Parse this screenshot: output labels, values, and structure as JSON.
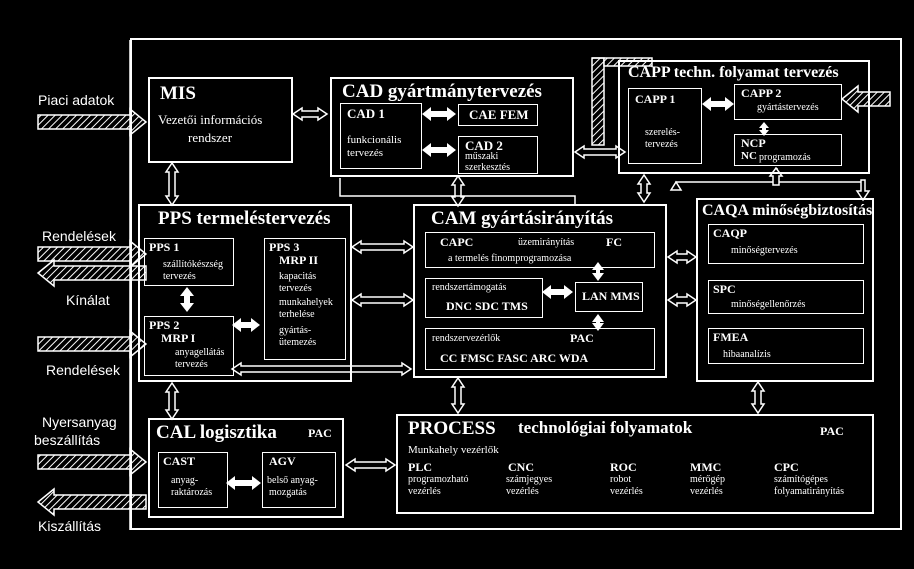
{
  "side_labels": {
    "piaci": "Piaci adatok",
    "rendelesek1": "Rendelések",
    "kinalat": "Kínálat",
    "rendelesek2": "Rendelések",
    "nyersanyag1": "Nyersanyag",
    "nyersanyag2": "beszállítás",
    "kiszallitas": "Kiszállítás"
  },
  "mis": {
    "title": "MIS",
    "line1": "Vezetői információs",
    "line2": "rendszer"
  },
  "cad": {
    "title": "CAD gyártmánytervezés",
    "cad1_title": "CAD 1",
    "cad1_l1": "funkcionális",
    "cad1_l2": "tervezés",
    "caefem": "CAE FEM",
    "cad2_title": "CAD 2",
    "cad2_l1": "műszaki",
    "cad2_l2": "szerkesztés"
  },
  "capp": {
    "title": "CAPP techn. folyamat tervezés",
    "capp1_title": "CAPP 1",
    "capp1_l1": "szerelés-",
    "capp1_l2": "tervezés",
    "capp2_title": "CAPP 2",
    "capp2_l1": "gyártástervezés",
    "ncp_title": "NCP",
    "ncp_nc": "NC",
    "ncp_rest": "programozás"
  },
  "pps": {
    "title": "PPS termeléstervezés",
    "pps1_title": "PPS 1",
    "pps1_l1": "szállítókészség",
    "pps1_l2": "tervezés",
    "pps2_title": "PPS 2",
    "pps2_sub": "MRP I",
    "pps2_l1": "anyagellátás",
    "pps2_l2": "tervezés",
    "pps3_title": "PPS 3",
    "pps3_sub": "MRP II",
    "pps3_l1": "kapacitás",
    "pps3_l2": "tervezés",
    "pps3_l3": "munkahelyek",
    "pps3_l4": "terhelése",
    "pps3_l5": "gyártás-",
    "pps3_l6": "ütemezés"
  },
  "cam": {
    "title": "CAM gyártásirányítás",
    "capc": "CAPC",
    "uzem": "üzemirányítás",
    "fc": "FC",
    "finom": "a termelés finomprogramozása",
    "rtam": "rendszertámogatás",
    "dnc": "DNC SDC TMS",
    "lan": "LAN MMS",
    "rvez": "rendszervezérlők",
    "pac": "PAC",
    "cc": "CC FMSC FASC ARC WDA"
  },
  "caqa": {
    "title": "CAQA minőségbiztosítás",
    "caqp": "CAQP",
    "caqp_l": "minőségtervezés",
    "spc": "SPC",
    "spc_l": "minőségellenőrzés",
    "fmea": "FMEA",
    "fmea_l": "hibaanalízis"
  },
  "cal": {
    "title": "CAL logisztika",
    "pac": "PAC",
    "cast": "CAST",
    "cast_l1": "anyag-",
    "cast_l2": "raktározás",
    "agv": "AGV",
    "agv_l1": "belső anyag-",
    "agv_l2": "mozgatás"
  },
  "process": {
    "title1": "PROCESS",
    "title2": "technológiai folyamatok",
    "pac": "PAC",
    "munka": "Munkahely vezérlők",
    "plc": "PLC",
    "plc_l1": "programozható",
    "plc_l2": "vezérlés",
    "cnc": "CNC",
    "cnc_l1": "számjegyes",
    "cnc_l2": "vezérlés",
    "roc": "ROC",
    "roc_l1": "robot",
    "roc_l2": "vezérlés",
    "mmc": "MMC",
    "mmc_l1": "mérőgép",
    "mmc_l2": "vezérlés",
    "cpc": "CPC",
    "cpc_l1": "számítógépes",
    "cpc_l2": "folyamatirányítás"
  }
}
